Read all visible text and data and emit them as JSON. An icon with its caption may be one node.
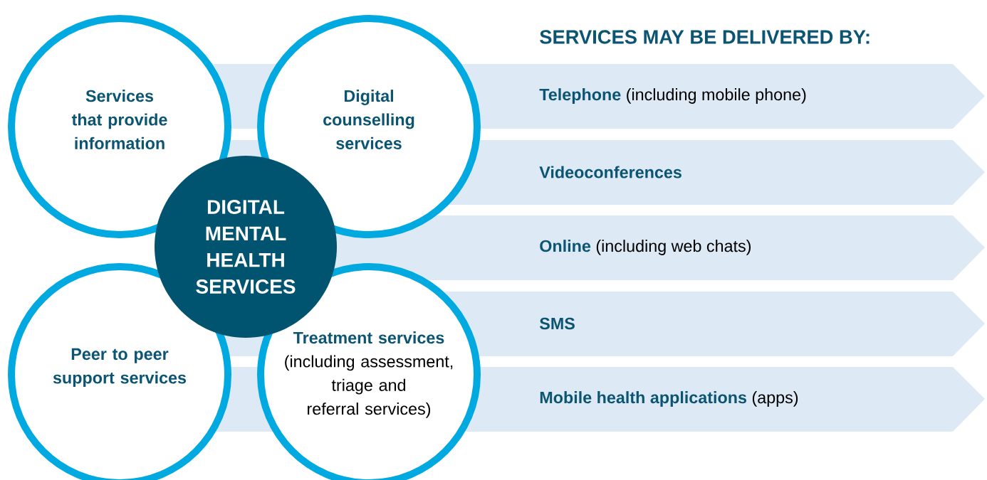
{
  "diagram": {
    "title": "SERVICES MAY BE DELIVERED BY:",
    "nodes": [
      {
        "text": [
          "Services that provide information"
        ]
      },
      {
        "text": [
          "Digital counselling services"
        ]
      },
      {
        "text": [
          "DIGITAL MENTAL HEALTH SERVICES"
        ]
      },
      {
        "text": [
          "Peer to peer support services"
        ]
      },
      {
        "text": [
          "Treatment services",
          "(including assessment, triage and referral services)"
        ]
      },
      {
        "text": [
          "**Telephone** (including mobile phone)"
        ]
      },
      {
        "text": [
          "**Videoconferences**"
        ]
      },
      {
        "text": [
          "**Online** (including web chats)"
        ]
      },
      {
        "text": [
          "**SMS**"
        ]
      },
      {
        "text": [
          "**Mobile health applications** (apps)"
        ]
      }
    ]
  }
}
